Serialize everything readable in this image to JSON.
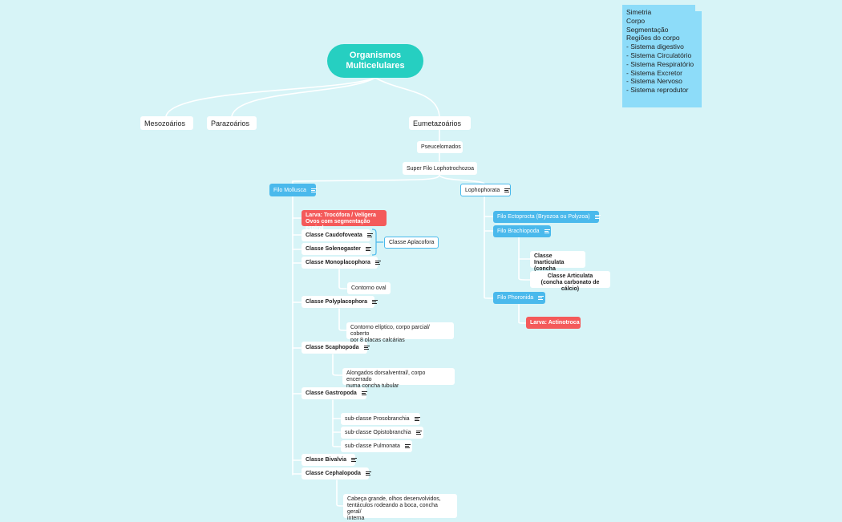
{
  "root": {
    "line1": "Organismos",
    "line2": "Multicelulares"
  },
  "sticky_note": [
    "Simetria",
    "Corpo",
    "Segmentação",
    "Regiões do corpo",
    "- Sistema digestivo",
    "- Sistema Circulatório",
    "- Sistema Respiratório",
    "- Sistema Excretor",
    "- Sistema Nervoso",
    "- Sistema reprodutor"
  ],
  "level1": {
    "mesozoarios": "Mesozoários",
    "parazoarios": "Parazoários",
    "eumetazoarios": "Eumetazoários"
  },
  "pseudocelomados": "Pseucelomados",
  "super_filo": "Super Filo Lophotrochozoa",
  "mollusca": {
    "title": "Filo Mollusca",
    "larva_line1": "Larva: Trocófora / Velígera",
    "larva_line2": "Ovos com segmentação espiral",
    "caudofoveata": "Classe Caudofoveata",
    "solenogaster": "Classe Solenogaster",
    "aplacofora": "Classe Aplacofora",
    "monoplacophora": "Classe Monoplacophora",
    "monoplacophora_desc": "Contorno oval",
    "polyplacophora": "Classe Polyplacophora",
    "polyplacophora_desc_1": "Contorno elíptico, corpo parcial/ coberto",
    "polyplacophora_desc_2": "por 8 placas calcárias",
    "scaphopoda": "Classe Scaphopoda",
    "scaphopoda_desc_1": "Alongados dorsalventral/, corpo encerrado",
    "scaphopoda_desc_2": "numa concha tubular",
    "gastropoda": "Classe Gastropoda",
    "prosobranchia": "sub-classe Prosobranchia",
    "opistobranchia": "sub-classe Opistobranchia",
    "pulmonata": "sub-classe Pulmonata",
    "bivalvia": "Classe Bivalvia",
    "cephalopoda": "Classe Cephalopoda",
    "cephalopoda_desc_1": "Cabeça grande, olhos desenvolvidos,",
    "cephalopoda_desc_2": "tentáculos rodeando a boca, concha geral/",
    "cephalopoda_desc_3": "interna"
  },
  "lophophorata": {
    "title": "Lophophorata",
    "ectoprocta": "Filo Ectoprocta (Bryozoa ou Polyzoa)",
    "brachiopoda": "Filo Brachiopoda",
    "inarticulata_1": "Classe Inarticulata",
    "inarticulata_2": "(concha quitinosa)",
    "articulata_1": "Classe Articulata",
    "articulata_2": "(concha carbonato de cálcio)",
    "phoronida": "Filo Phoronida",
    "actinotroca": "Larva: Actinotroca"
  },
  "colors": {
    "background": "#d7f4f7",
    "root": "#26cfc1",
    "accent_blue": "#4ab9ec",
    "larva_red": "#f45a5a",
    "sticky": "#8ddcf9"
  }
}
